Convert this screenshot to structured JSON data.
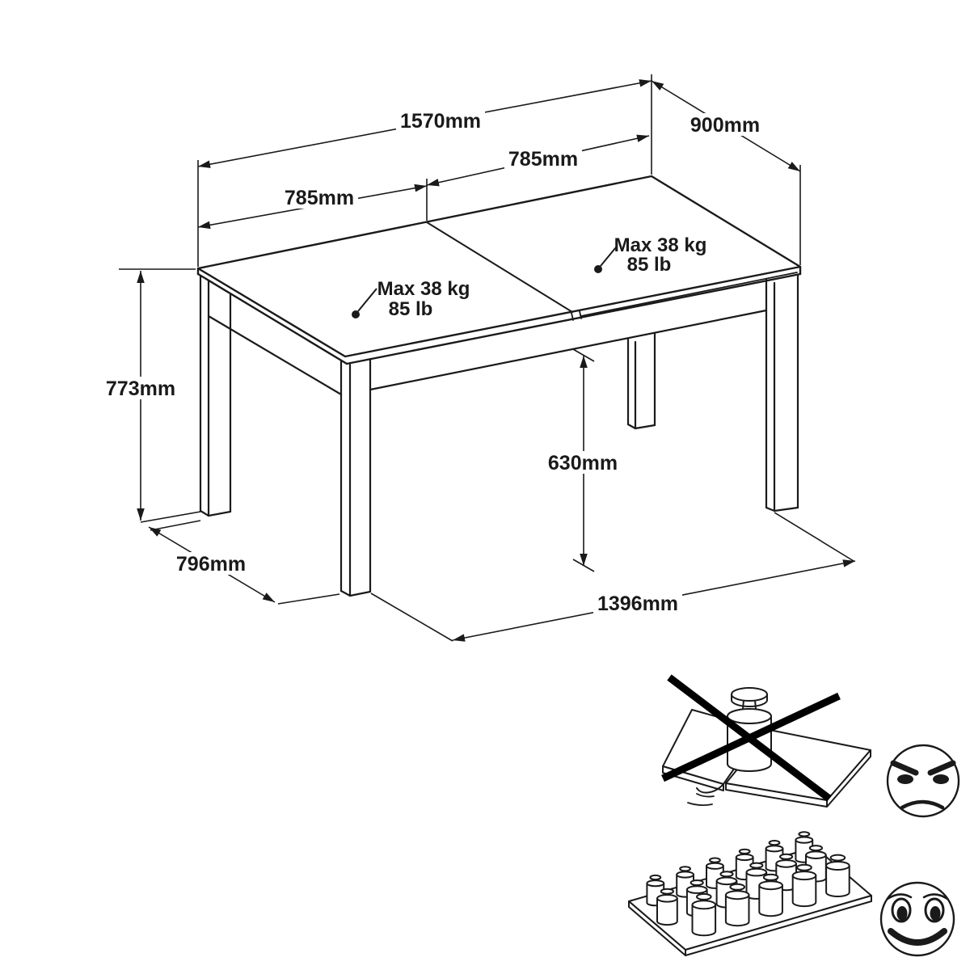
{
  "drawing": {
    "subject": "extendable-table-dimension-diagram",
    "background_color": "#ffffff",
    "line_color": "#1a1a1a"
  },
  "dimensions": {
    "total_length": {
      "label": "1570mm"
    },
    "depth": {
      "label": "900mm"
    },
    "half_left": {
      "label": "785mm"
    },
    "half_right": {
      "label": "785mm"
    },
    "height": {
      "label": "773mm"
    },
    "foot_depth": {
      "label": "796mm"
    },
    "clearance": {
      "label": "630mm"
    },
    "leg_span": {
      "label": "1396mm"
    }
  },
  "load_labels": {
    "left": {
      "line1": "Max 38 kg",
      "line2": "85 lb"
    },
    "right": {
      "line1": "Max 38 kg",
      "line2": "85 lb"
    }
  },
  "pictograms": {
    "forbidden": {
      "icon": "single-heavy-load-crossed-icon",
      "face": "angry-face-icon",
      "weight_count": 1
    },
    "allowed": {
      "icon": "distributed-load-icon",
      "face": "happy-face-icon",
      "weight_count": 17
    }
  }
}
